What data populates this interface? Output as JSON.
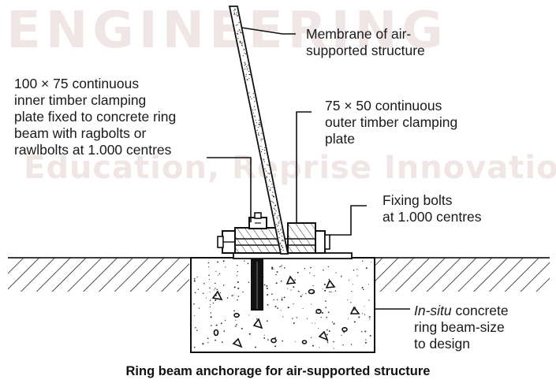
{
  "labels": {
    "membrane": [
      "Membrane of air-",
      "supported structure"
    ],
    "inner_plate": [
      "100 × 75 continuous",
      "inner timber clamping",
      "plate fixed to concrete ring",
      "beam with ragbolts or",
      "rawlbolts at 1.000 centres"
    ],
    "outer_plate": [
      "75 × 50 continuous",
      "outer timber clamping",
      "plate"
    ],
    "fixing_bolts": [
      "Fixing bolts",
      "at 1.000 centres"
    ],
    "ring_beam": {
      "italic": "In-situ",
      "rest_line1": " concrete",
      "line2": "ring beam-size",
      "line3": "to design"
    }
  },
  "caption": "Ring beam anchorage for air-supported structure",
  "watermark": {
    "line1": "ENGINEERING",
    "line2": "Education, Reprise Innovation"
  }
}
